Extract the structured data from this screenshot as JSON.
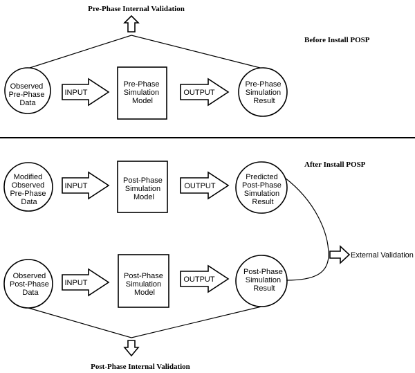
{
  "sections": {
    "before_title": "Before Install POSP",
    "after_title": "After Install POSP"
  },
  "validations": {
    "pre_internal": "Pre-Phase Internal Validation",
    "post_internal": "Post-Phase Internal Validation",
    "external": "External Validation"
  },
  "arrows": {
    "input": "INPUT",
    "output": "OUTPUT"
  },
  "row1": {
    "data": [
      "Observed",
      "Pre-Phase",
      "Data"
    ],
    "model": [
      "Pre-Phase",
      "Simulation",
      "Model"
    ],
    "result": [
      "Pre-Phase",
      "Simulation",
      "Result"
    ]
  },
  "row2": {
    "data": [
      "Modified",
      "Observed",
      "Pre-Phase",
      "Data"
    ],
    "model": [
      "Post-Phase",
      "Simulation",
      "Model"
    ],
    "result": [
      "Predicted",
      "Post-Phase",
      "Simulation",
      "Result"
    ]
  },
  "row3": {
    "data": [
      "Observed",
      "Post-Phase",
      "Data"
    ],
    "model": [
      "Post-Phase",
      "Simulation",
      "Model"
    ],
    "result": [
      "Post-Phase",
      "Simulation",
      "Result"
    ]
  }
}
